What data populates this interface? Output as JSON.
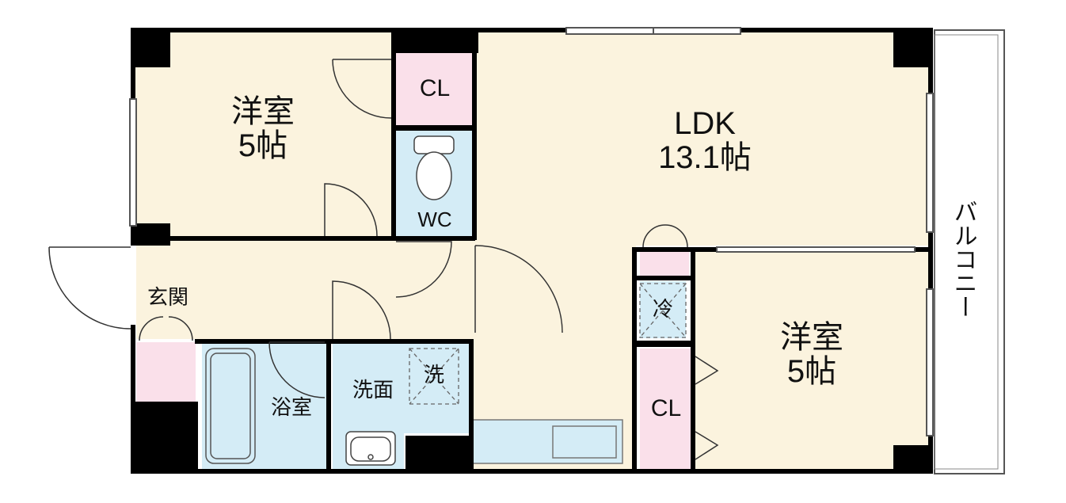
{
  "rooms": {
    "western_room_1": {
      "name": "洋室",
      "size": "5帖"
    },
    "closet_top": {
      "name": "CL"
    },
    "toilet": {
      "name": "WC"
    },
    "ldk": {
      "name": "LDK",
      "size": "13.1帖"
    },
    "entrance": {
      "name": "玄関"
    },
    "bathroom": {
      "name": "浴室"
    },
    "washroom": {
      "name": "洗面"
    },
    "washer": {
      "symbol": "洗"
    },
    "fridge": {
      "symbol": "冷"
    },
    "closet_right": {
      "name": "CL"
    },
    "western_room_2": {
      "name": "洋室",
      "size": "5帖"
    },
    "balcony": {
      "name": "バルコニー"
    }
  },
  "colors": {
    "room_fill": "#fbf3de",
    "wet_area_fill": "#d4ecf6",
    "closet_fill": "#fae0ea",
    "wall": "#000000"
  }
}
